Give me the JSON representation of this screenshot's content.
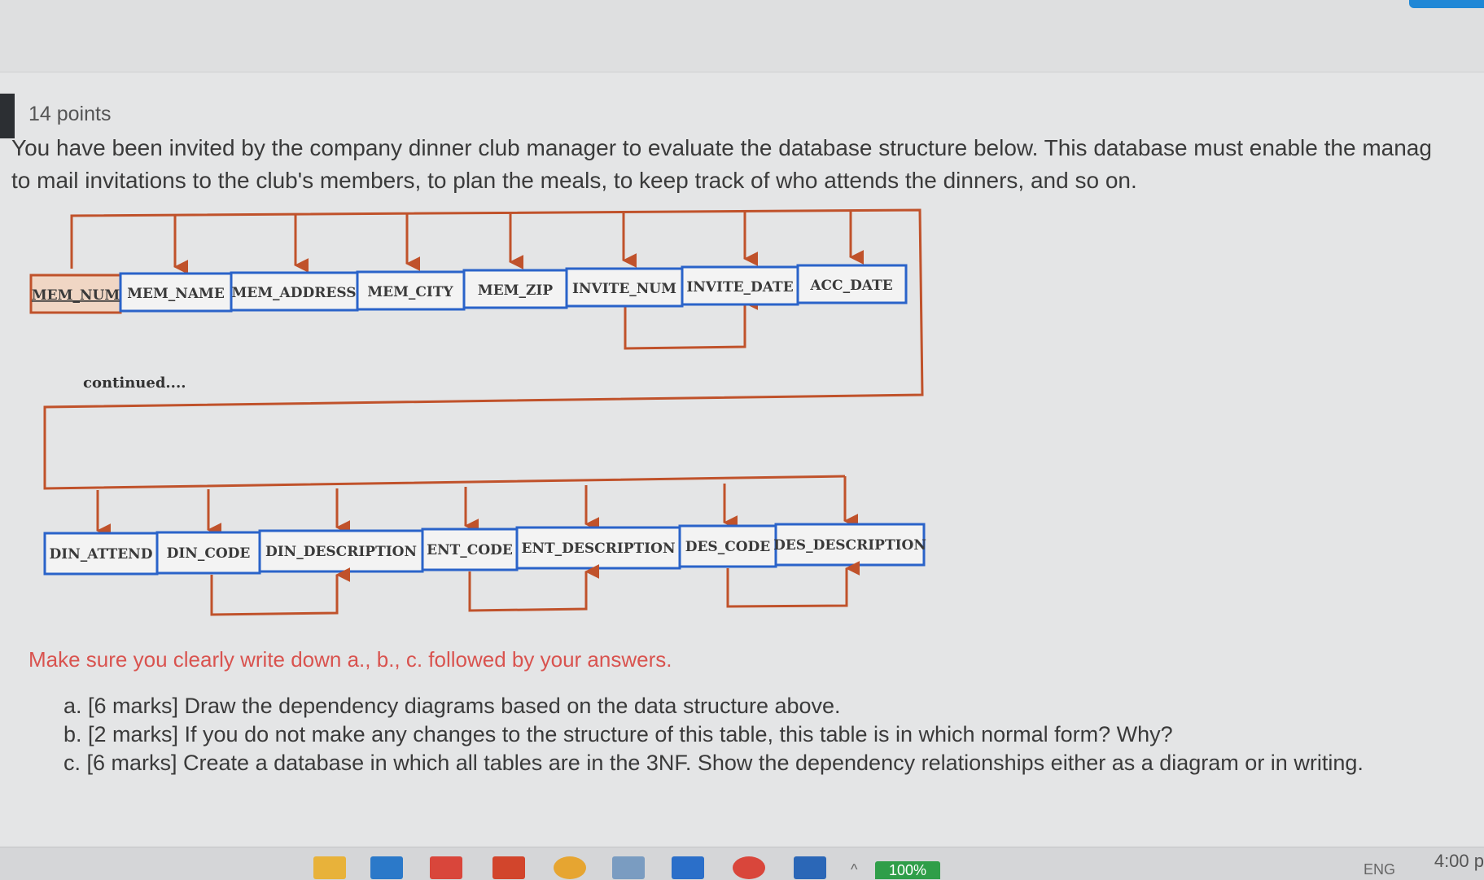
{
  "question": {
    "points": "14 points",
    "line1": "You have been invited by the company dinner club manager to evaluate the database structure below. This database must enable the manag",
    "line2": "to mail invitations to the club's members, to plan the meals, to keep track of who attends the dinners, and so on."
  },
  "diagram": {
    "row1": [
      "MEM_NUM",
      "MEM_NAME",
      "MEM_ADDRESS",
      "MEM_CITY",
      "MEM_ZIP",
      "INVITE_NUM",
      "INVITE_DATE",
      "ACC_DATE"
    ],
    "continued": "continued....",
    "row2": [
      "DIN_ATTEND",
      "DIN_CODE",
      "DIN_DESCRIPTION",
      "ENT_CODE",
      "ENT_DESCRIPTION",
      "DES_CODE",
      "DES_DESCRIPTION"
    ],
    "colors": {
      "box_border": "#2a63c9",
      "key_border": "#c0522b",
      "arrow": "#c0522b"
    }
  },
  "instruction": "Make sure you clearly write down a., b., c. followed by your answers.",
  "items": [
    "a. [6 marks] Draw the dependency diagrams based on the data structure above.",
    "b. [2 marks] If you do not make any changes to the structure of this table, this table is in which normal form? Why?",
    "c. [6 marks] Create a database in which all tables are in the 3NF. Show the dependency relationships either as a diagram or in writing."
  ],
  "taskbar": {
    "zoom": "100%",
    "language": "ENG",
    "time": "4:00 p",
    "icons": [
      "file-explorer-icon",
      "app-icon",
      "gmail-icon",
      "office-icon",
      "chrome-icon",
      "photos-icon",
      "forms-icon",
      "chrome-icon",
      "word-icon"
    ]
  }
}
